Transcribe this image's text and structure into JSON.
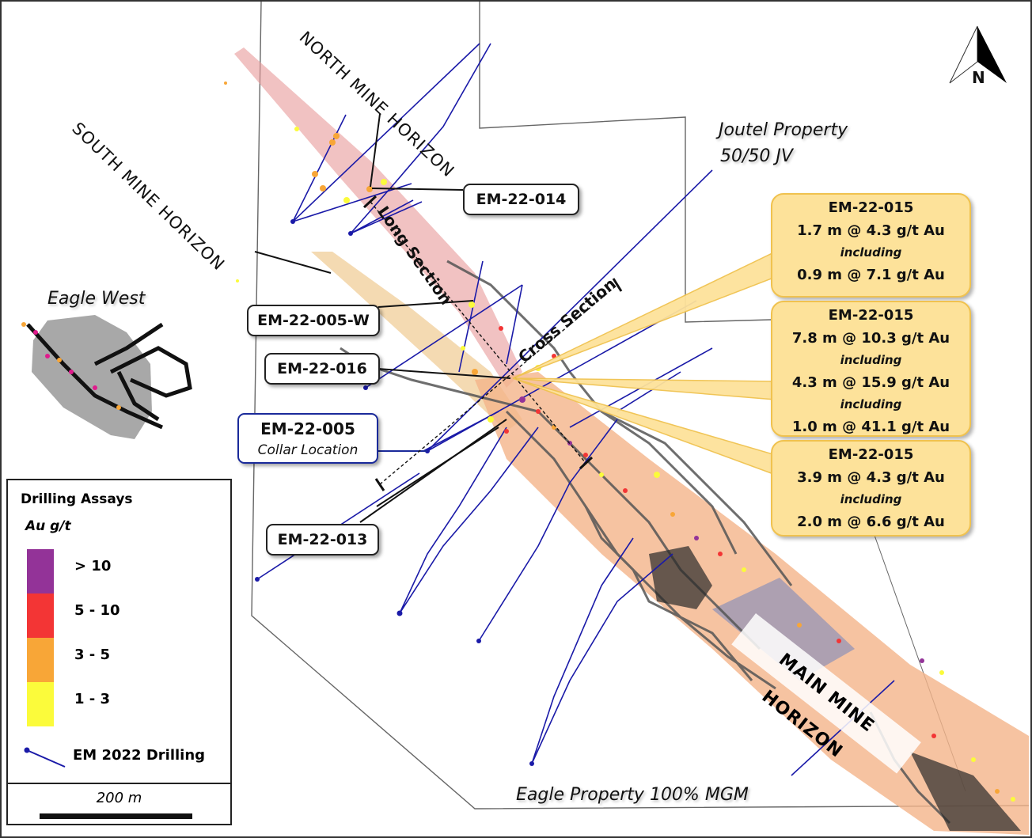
{
  "map": {
    "horizons": {
      "north": "NORTH MINE HORIZON",
      "south": "SOUTH MINE HORIZON",
      "main": "MAIN MINE HORIZON"
    },
    "sections": {
      "long": "Long Section",
      "cross": "Cross Section"
    },
    "areas": {
      "eagle_west": "Eagle West",
      "joutel_line1": "Joutel Property",
      "joutel_line2": "50/50 JV",
      "eagle_property": "Eagle Property 100% MGM"
    },
    "north_arrow": "N",
    "holes": {
      "em22014": "EM-22-014",
      "em22005w": "EM-22-005-W",
      "em22016": "EM-22-016",
      "em22005": "EM-22-005",
      "em22005_sub": "Collar Location",
      "em22013": "EM-22-013"
    },
    "results": [
      {
        "hole": "EM-22-015",
        "lines": [
          {
            "text": "1.7 m @ 4.3 g/t Au",
            "type": "main"
          },
          {
            "text": "including",
            "type": "inc"
          },
          {
            "text": "0.9 m @ 7.1 g/t Au",
            "type": "main"
          }
        ]
      },
      {
        "hole": "EM-22-015",
        "lines": [
          {
            "text": "7.8 m @ 10.3 g/t Au",
            "type": "main"
          },
          {
            "text": "including",
            "type": "inc"
          },
          {
            "text": "4.3 m @ 15.9 g/t Au",
            "type": "main"
          },
          {
            "text": "including",
            "type": "inc"
          },
          {
            "text": "1.0 m @ 41.1 g/t Au",
            "type": "main"
          }
        ]
      },
      {
        "hole": "EM-22-015",
        "lines": [
          {
            "text": "3.9 m @ 4.3 g/t Au",
            "type": "main"
          },
          {
            "text": "including",
            "type": "inc"
          },
          {
            "text": "2.0 m @ 6.6 g/t Au",
            "type": "main"
          }
        ]
      }
    ]
  },
  "legend": {
    "title": "Drilling Assays",
    "unit": "Au g/t",
    "grades": [
      {
        "label": "> 10",
        "color": "#933398"
      },
      {
        "label": "5 - 10",
        "color": "#f33535"
      },
      {
        "label": "3 - 5",
        "color": "#f8a637"
      },
      {
        "label": "1 - 3",
        "color": "#fbfb3b"
      }
    ],
    "drilling_label": "EM 2022 Drilling",
    "drilling_color": "#1a1aa8",
    "scale_label": "200 m"
  },
  "colors": {
    "callout_fill": "#fde29a",
    "callout_border": "#f0c24f",
    "north_zone": "#e89a9a",
    "south_zone": "#f2d3a4",
    "main_zone": "#f4b48a",
    "workings": "#555555"
  }
}
